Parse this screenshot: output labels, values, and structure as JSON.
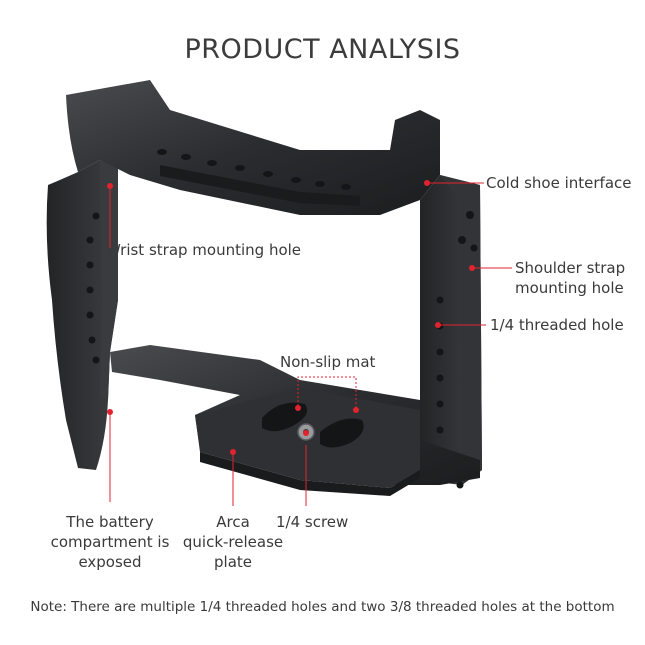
{
  "title": "PRODUCT ANALYSIS",
  "labels": {
    "cold_shoe": "Cold shoe interface",
    "wrist_strap": "Wrist strap mounting hole",
    "shoulder_strap_line1": "Shoulder strap",
    "shoulder_strap_line2": "mounting hole",
    "threaded_hole": "1/4 threaded hole",
    "non_slip_mat": "Non-slip mat",
    "battery_line1": "The battery",
    "battery_line2": "compartment is",
    "battery_line3": "exposed",
    "arca_line1": "Arca",
    "arca_line2": "quick-release",
    "arca_line3": "plate",
    "screw": "1/4 screw"
  },
  "note": "Note: There are multiple 1/4 threaded holes and two 3/8 threaded holes at the bottom",
  "colors": {
    "accent": "#e2232f",
    "cage": "#2a2b2d",
    "text": "#3a3a3a"
  }
}
